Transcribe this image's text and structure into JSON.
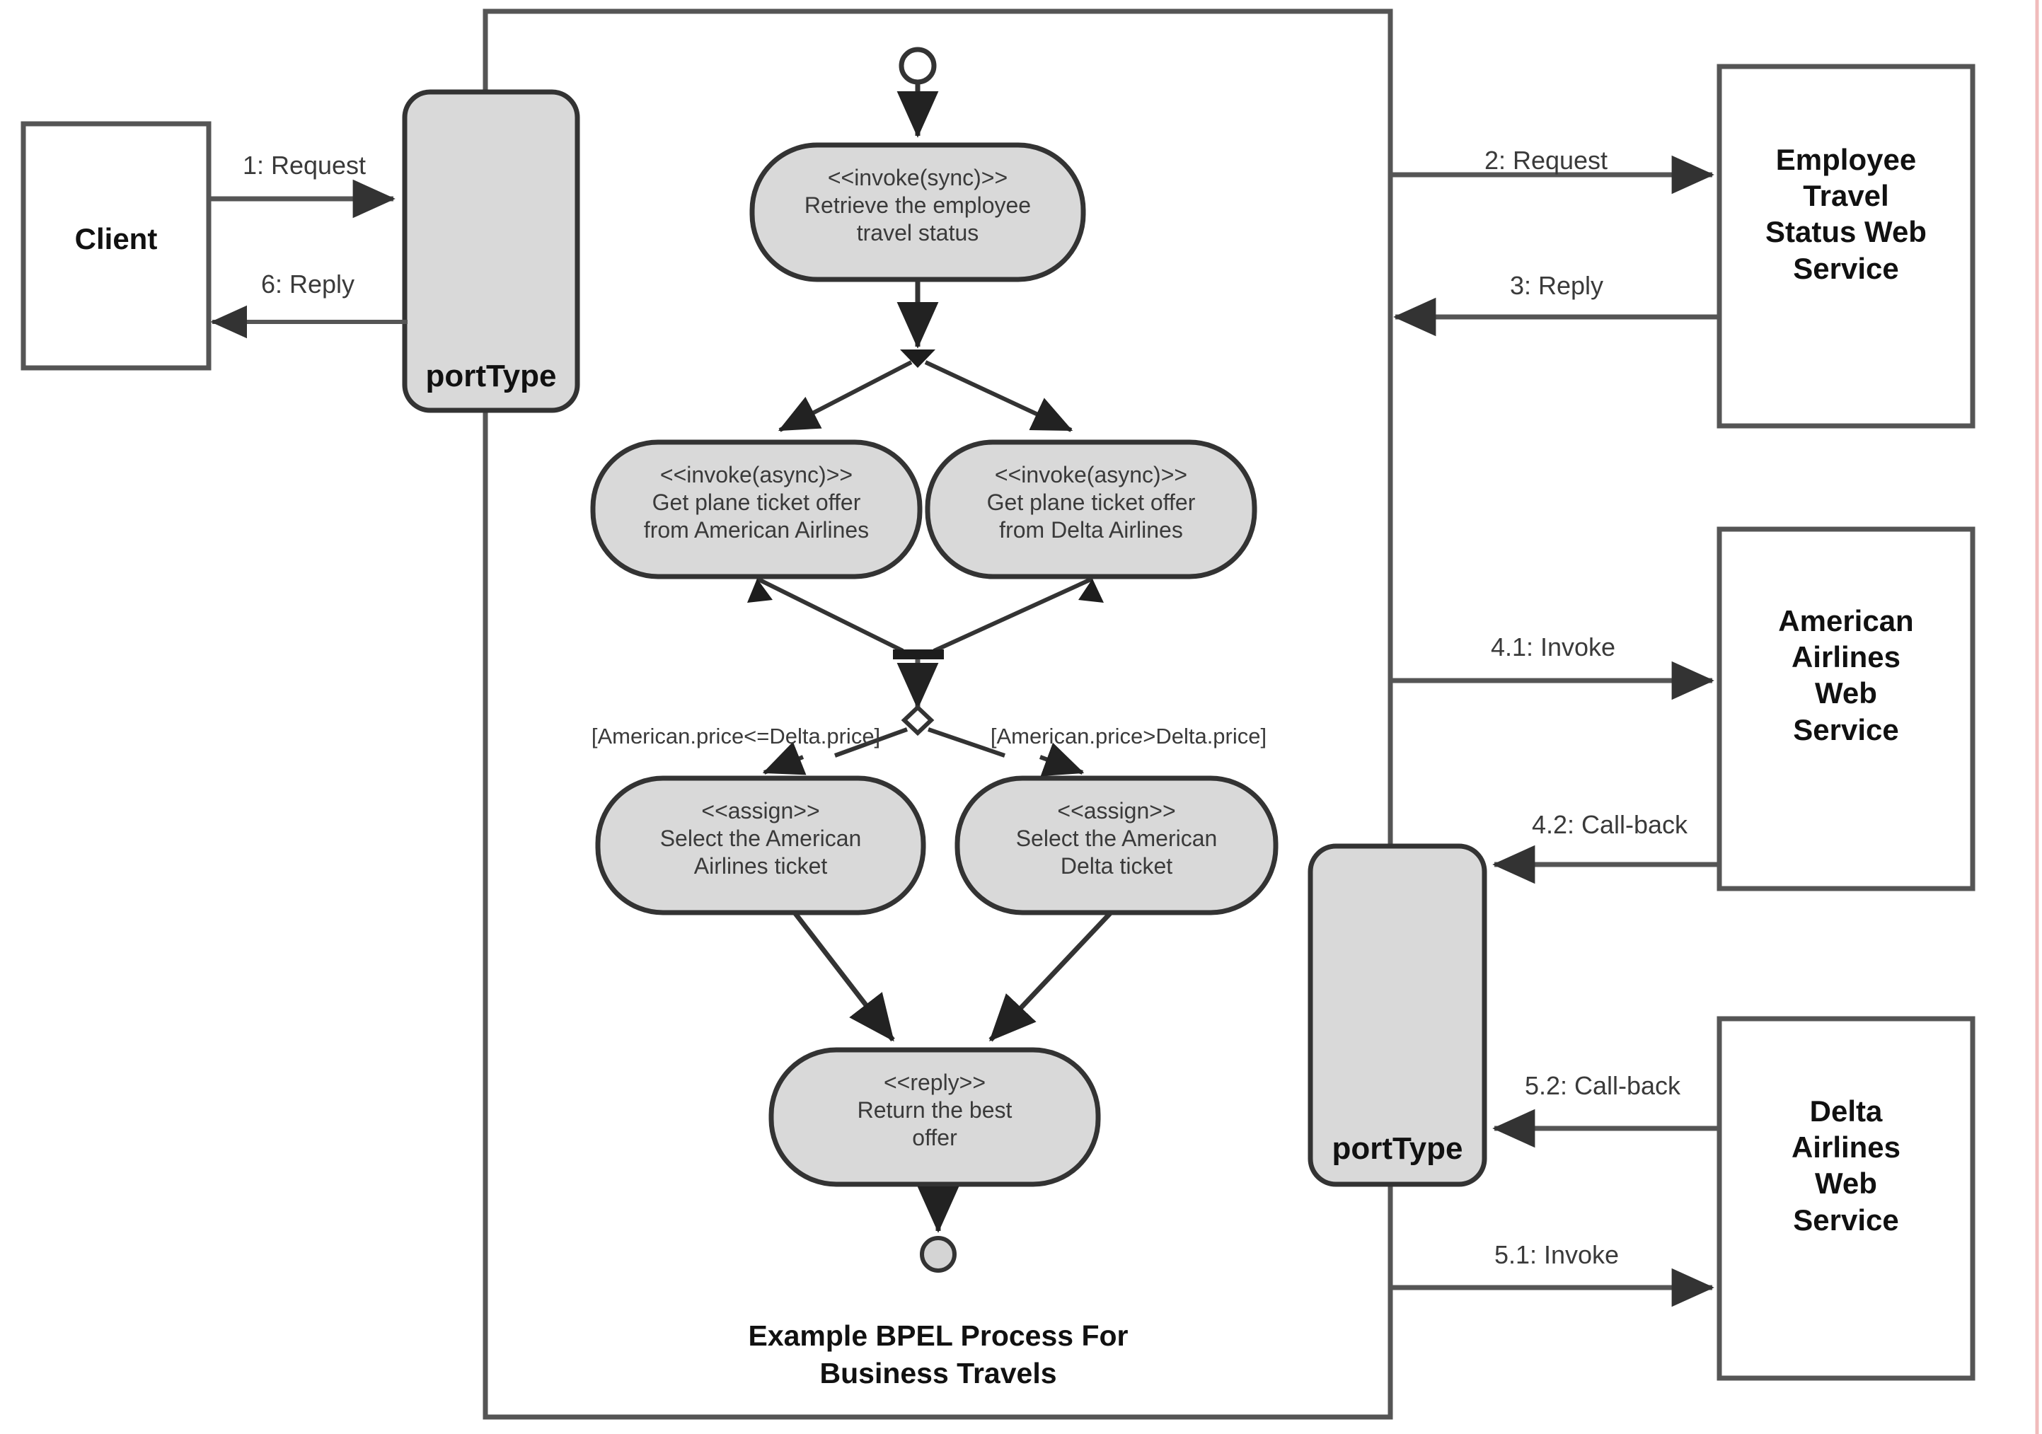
{
  "diagram": {
    "type": "uml-activity-diagram",
    "caption": {
      "line1": "Example BPEL Process For",
      "line2": "Business Travels"
    },
    "colors": {
      "activity_fill": "#d9d9d9",
      "activity_stroke": "#3a3a3a",
      "actor_fill": "#ffffff",
      "actor_stroke": "#555555",
      "port_fill": "#d9d9d9",
      "line": "#555555",
      "text": "#222222"
    }
  },
  "process_container": {
    "name": "BPEL Process boundary"
  },
  "ports": [
    {
      "id": "port-top",
      "label": "portType"
    },
    {
      "id": "port-bottom",
      "label": "portType"
    }
  ],
  "actors": [
    {
      "id": "client",
      "lines": [
        "Client"
      ]
    },
    {
      "id": "employee-travel-status-ws",
      "lines": [
        "Employee",
        "Travel",
        "Status Web",
        "Service"
      ]
    },
    {
      "id": "american-airlines-ws",
      "lines": [
        "American",
        "Airlines",
        "Web",
        "Service"
      ]
    },
    {
      "id": "delta-airlines-ws",
      "lines": [
        "Delta",
        "Airlines",
        "Web",
        "Service"
      ]
    }
  ],
  "activities": [
    {
      "id": "retrieve-status",
      "stereotype": "<<invoke(sync)>>",
      "lines": [
        "Retrieve the employee",
        "travel status"
      ]
    },
    {
      "id": "get-offer-american",
      "stereotype": "<<invoke(async)>>",
      "lines": [
        "Get plane ticket offer",
        "from American Airlines"
      ]
    },
    {
      "id": "get-offer-delta",
      "stereotype": "<<invoke(async)>>",
      "lines": [
        "Get plane ticket offer",
        "from Delta Airlines"
      ]
    },
    {
      "id": "assign-american",
      "stereotype": "<<assign>>",
      "lines": [
        "Select the American",
        "Airlines ticket"
      ]
    },
    {
      "id": "assign-delta",
      "stereotype": "<<assign>>",
      "lines": [
        "Select the American",
        "Delta ticket"
      ]
    },
    {
      "id": "return-best-offer",
      "stereotype": "<<reply>>",
      "lines": [
        "Return the best",
        "offer"
      ]
    }
  ],
  "guards": [
    {
      "id": "guard-american-cheaper",
      "text": "[American.price<=Delta.price]"
    },
    {
      "id": "guard-delta-cheaper",
      "text": "[American.price>Delta.price]"
    }
  ],
  "messages": [
    {
      "id": "msg-1",
      "text": "1: Request"
    },
    {
      "id": "msg-6",
      "text": "6: Reply"
    },
    {
      "id": "msg-2",
      "text": "2: Request"
    },
    {
      "id": "msg-3",
      "text": "3: Reply"
    },
    {
      "id": "msg-41",
      "text": "4.1: Invoke"
    },
    {
      "id": "msg-42",
      "text": "4.2: Call-back"
    },
    {
      "id": "msg-52",
      "text": "5.2: Call-back"
    },
    {
      "id": "msg-51",
      "text": "5.1: Invoke"
    }
  ],
  "control_nodes": [
    {
      "id": "initial-node",
      "kind": "initial"
    },
    {
      "id": "fork-node",
      "kind": "fork"
    },
    {
      "id": "join-node",
      "kind": "join"
    },
    {
      "id": "decision-node",
      "kind": "decision"
    },
    {
      "id": "final-node",
      "kind": "final"
    }
  ]
}
